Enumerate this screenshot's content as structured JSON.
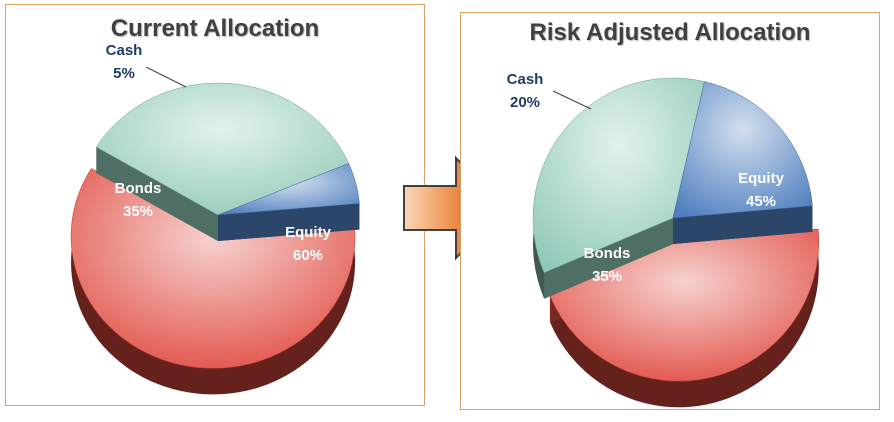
{
  "colors": {
    "equity": "#e0493f",
    "bonds": "#8fc9b7",
    "cash": "#4f7fbf",
    "panel_border": "#d9a066",
    "arrow": "#e8701e",
    "label_dark": "#1f3b66",
    "label_light": "#ffffff"
  },
  "chart_data": [
    {
      "type": "pie",
      "title": "Current Allocation",
      "slices": [
        {
          "label": "Equity",
          "value": 60,
          "value_label": "60%",
          "exploded": true
        },
        {
          "label": "Bonds",
          "value": 35,
          "value_label": "35%",
          "exploded": false
        },
        {
          "label": "Cash",
          "value": 5,
          "value_label": "5%",
          "exploded": false
        }
      ]
    },
    {
      "type": "pie",
      "title": "Risk Adjusted Allocation",
      "slices": [
        {
          "label": "Equity",
          "value": 45,
          "value_label": "45%",
          "exploded": true
        },
        {
          "label": "Bonds",
          "value": 35,
          "value_label": "35%",
          "exploded": false
        },
        {
          "label": "Cash",
          "value": 20,
          "value_label": "20%",
          "exploded": false
        }
      ]
    }
  ],
  "arrow_icon": "right-arrow-icon"
}
